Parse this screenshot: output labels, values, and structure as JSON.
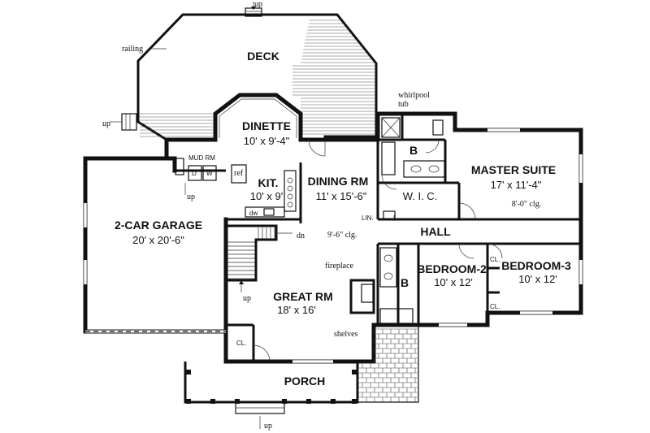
{
  "rooms": {
    "deck": {
      "name": "DECK"
    },
    "dinette": {
      "name": "DINETTE",
      "size": "10' x 9'-4\""
    },
    "mud_room": {
      "name": "MUD RM"
    },
    "kitchen": {
      "name": "KIT.",
      "size": "10' x 9'"
    },
    "dining": {
      "name": "DINING RM",
      "size": "11' x 15'-6\""
    },
    "master": {
      "name": "MASTER SUITE",
      "size": "17' x 11'-4\"",
      "ceiling": "8'-0\" clg."
    },
    "wic": {
      "name": "W. I. C."
    },
    "garage": {
      "name": "2-CAR GARAGE",
      "size": "20' x 20'-6\""
    },
    "hall": {
      "name": "HALL"
    },
    "great": {
      "name": "GREAT RM",
      "size": "18' x 16'"
    },
    "bedroom2": {
      "name": "BEDROOM-2",
      "size": "10' x 12'"
    },
    "bedroom3": {
      "name": "BEDROOM-3",
      "size": "10' x 12'"
    },
    "porch": {
      "name": "PORCH"
    },
    "bath1": {
      "name": "B"
    },
    "bath2": {
      "name": "B"
    }
  },
  "labels": {
    "railing": "railing",
    "whirlpool_line1": "whirlpool",
    "whirlpool_line2": "tub",
    "dining_ceiling": "9'-6\" clg.",
    "fireplace": "fireplace",
    "shelves": "shelves",
    "lin": "LIN.",
    "ref": "ref",
    "dw": "dw",
    "d": "D",
    "w": "W",
    "dn": "dn",
    "cl": "CL.",
    "up": "up"
  }
}
